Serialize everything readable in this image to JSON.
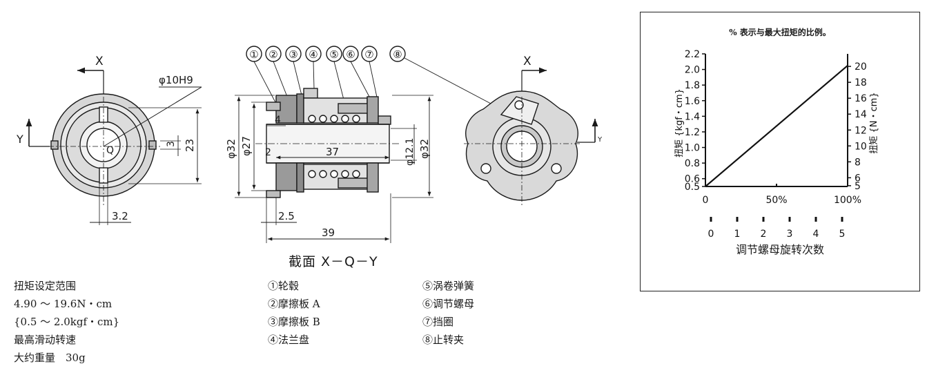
{
  "labels": {
    "x_top": "X",
    "y_left": "Y",
    "phi_bore": "φ10H9",
    "q_mark": "Q",
    "dim_3": "3",
    "dim_23": "23",
    "dim_3_2": "3.2",
    "phi32_left": "φ32",
    "phi27": "φ27",
    "dim_4": "4",
    "dim_2": "2",
    "dim_37": "37",
    "phi12_1": "φ12.1",
    "phi32_right": "φ32",
    "dim_2_5": "2.5",
    "dim_39": "39",
    "x_right": "X",
    "y_right": "Y",
    "section": "截面 X－Q－Y"
  },
  "callouts": [
    "①",
    "②",
    "③",
    "④",
    "⑤",
    "⑥",
    "⑦",
    "⑧"
  ],
  "spec_lines": [
    "扭矩设定范围",
    "4.90 ～ 19.6N・cm",
    "{0.5 ～ 2.0kgf・cm}",
    "最高滑动转速",
    "大约重量　30g"
  ],
  "parts_left": [
    "①轮毂",
    "②摩擦板 A",
    "③摩擦板 B",
    "④法兰盘"
  ],
  "parts_right": [
    "⑤涡卷弹簧",
    "⑥调节螺母",
    "⑦挡圈",
    "⑧止转夹"
  ],
  "chart_data": {
    "type": "line",
    "title": "% 表示与最大扭矩的比例。",
    "xlabel": "调节螺母旋转次数",
    "ylabel_left": "扭矩 {kgf・cm}",
    "ylabel_right": "扭矩 {N・cm}",
    "x_percent_ticks": [
      "0",
      "50%",
      "100%"
    ],
    "turn_ticks": [
      "0",
      "1",
      "2",
      "3",
      "4",
      "5"
    ],
    "y_left_ticks": [
      "0.5",
      "0.6",
      "0.8",
      "1.0",
      "1.2",
      "1.4",
      "1.6",
      "1.8",
      "2.0",
      "2.2"
    ],
    "y_right_ticks": [
      "5",
      "6",
      "8",
      "10",
      "12",
      "14",
      "16",
      "18",
      "20"
    ],
    "xlim_percent": [
      0,
      100
    ],
    "ylim_left": [
      0.5,
      2.2
    ],
    "series": [
      {
        "x": [
          0,
          100
        ],
        "y_left": [
          0.5,
          2.05
        ]
      }
    ]
  }
}
